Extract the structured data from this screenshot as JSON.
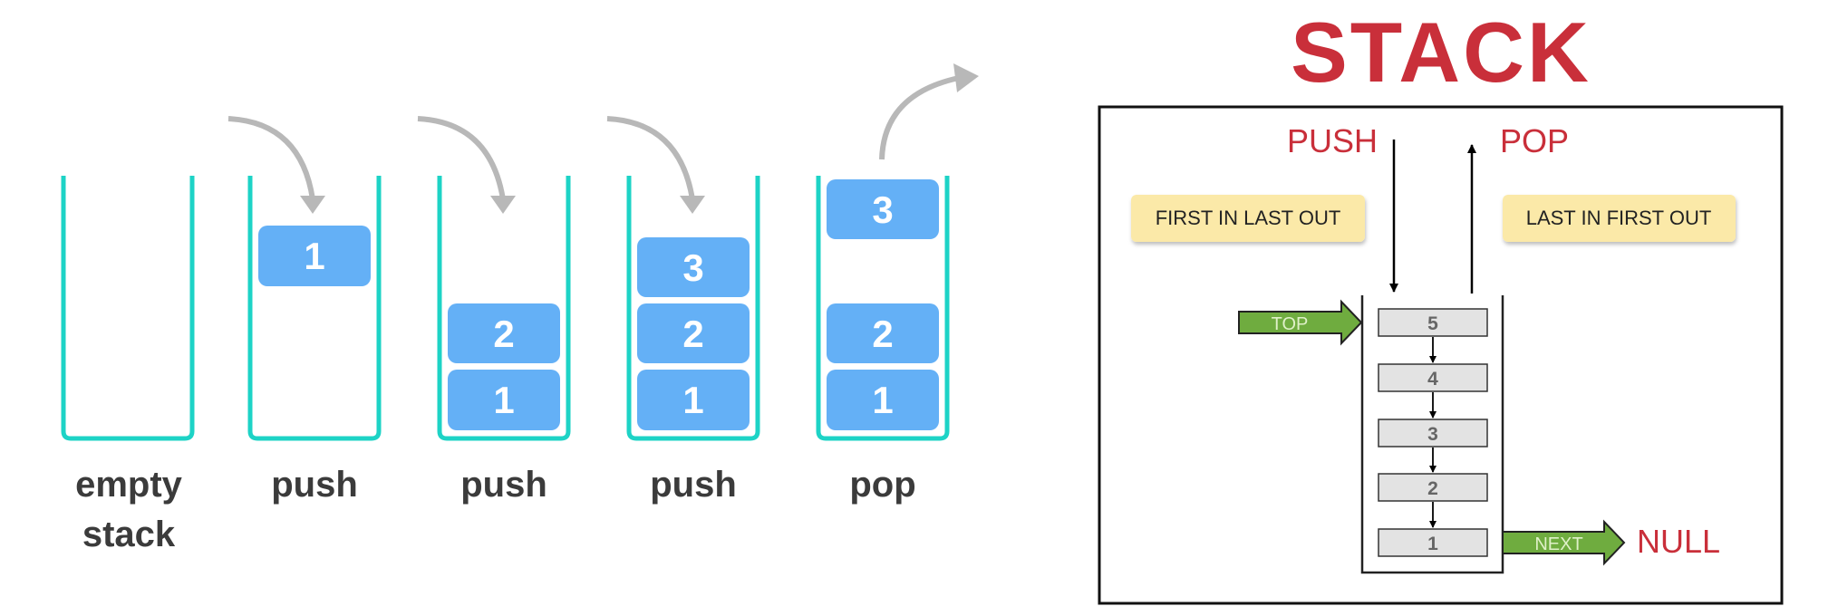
{
  "left_panel": {
    "stages": [
      {
        "label": "empty",
        "label2": "stack",
        "blocks": []
      },
      {
        "label": "push",
        "blocks": [
          "1"
        ]
      },
      {
        "label": "push",
        "blocks": [
          "1",
          "2"
        ]
      },
      {
        "label": "push",
        "blocks": [
          "1",
          "2",
          "3"
        ]
      },
      {
        "label": "pop",
        "blocks": [
          "1",
          "2"
        ],
        "popped": "3"
      }
    ]
  },
  "right_panel": {
    "title": "STACK",
    "push_label": "PUSH",
    "pop_label": "POP",
    "note_left": "FIRST IN LAST OUT",
    "note_right": "LAST IN FIRST OUT",
    "top_label": "TOP",
    "next_label": "NEXT",
    "null_label": "NULL",
    "nodes": [
      "5",
      "4",
      "3",
      "2",
      "1"
    ]
  },
  "colors": {
    "container": "#1dd3c6",
    "block": "#64b0f6",
    "arrow_gray": "#b8b8b8",
    "red": "#c92f3a",
    "note_bg": "#fbe9a8",
    "green": "#6fac3f"
  }
}
